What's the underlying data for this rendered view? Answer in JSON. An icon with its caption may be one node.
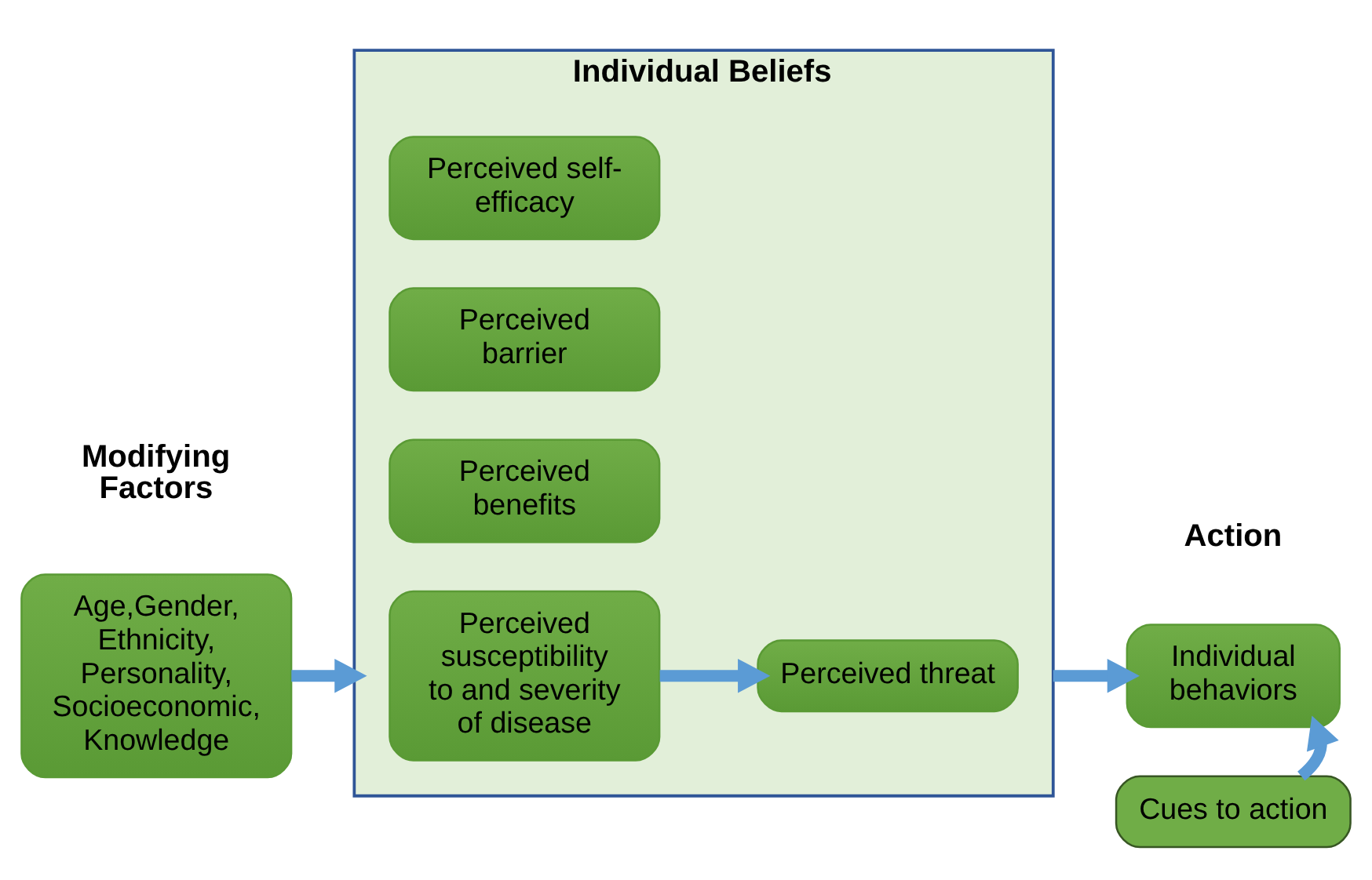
{
  "diagram": {
    "nodes": [
      {
        "text": [
          "Age,Gender, Ethnicity, Personality, Socioeconomic, Knowledge"
        ]
      },
      {
        "text": [
          "Individual Beliefs"
        ]
      },
      {
        "text": [
          "Perceived susceptibility to and severity of disease"
        ],
        "in": 1
      },
      {
        "text": [
          "Perceived threat"
        ],
        "in": 1
      },
      {
        "text": [
          "Perceived benefits"
        ],
        "in": 1
      },
      {
        "text": [
          "Perceived barrier"
        ],
        "in": 1
      },
      {
        "text": [
          "Perceived self-efficacy"
        ],
        "in": 1
      },
      {
        "text": [
          "Individual behaviors"
        ]
      },
      {
        "text": [
          "Cues to action"
        ]
      }
    ],
    "edges": [
      {
        "from": 0,
        "to": 1,
        "arrow": "to"
      },
      {
        "from": 2,
        "to": 3,
        "arrow": "to"
      },
      {
        "from": 1,
        "to": 7,
        "arrow": "to"
      },
      {
        "from": 8,
        "to": 7,
        "arrow": "to"
      }
    ],
    "labels": [
      "Modifying Factors",
      "Action"
    ]
  }
}
